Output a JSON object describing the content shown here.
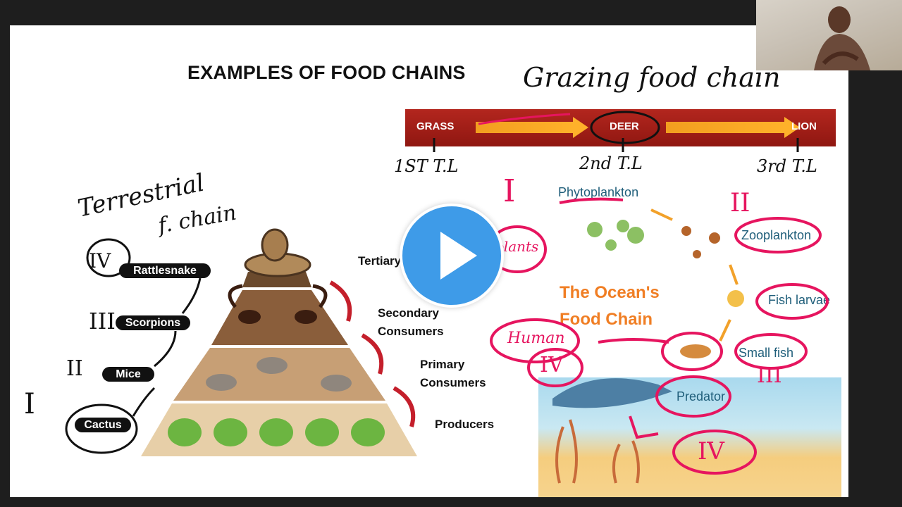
{
  "slide": {
    "title": "EXAMPLES OF FOOD CHAINS",
    "handwriting": {
      "grazing": "Grazing food chain",
      "terrestrial_1": "Terrestrial",
      "terrestrial_2": "f. chain",
      "tl_1": "1ST T.L",
      "tl_2": "2nd T.L",
      "tl_3": "3rd T.L",
      "roman_i": "I",
      "roman_ii": "II",
      "roman_iii": "III",
      "roman_iv": "IV",
      "ocean_i": "I",
      "ocean_ii": "II",
      "ocean_iii": "III",
      "ocean_iv": "IV",
      "ocean_iv_2": "IV",
      "human": "Human",
      "plants": "plants"
    },
    "grazing_chain": {
      "items": [
        "GRASS",
        "DEER",
        "LION"
      ]
    },
    "terrestrial_chain": {
      "items": [
        "Rattlesnake",
        "Scorpions",
        "Mice",
        "Cactus"
      ]
    },
    "pyramid_labels": {
      "tertiary": "Tertiary Consumers",
      "secondary": "Secondary Consumers",
      "primary": "Primary Consumers",
      "producers": "Producers"
    },
    "ocean": {
      "title": "The Ocean's Food Chain",
      "labels": {
        "phytoplankton": "Phytoplankton",
        "zooplankton": "Zooplankton",
        "fish_larvae": "Fish larvae",
        "small_fish": "Small fish",
        "predator": "Predator"
      }
    }
  },
  "player": {
    "play_label": "Play video"
  },
  "colors": {
    "banner_red": "#a51f18",
    "banner_arrow": "#ffb12a",
    "ink_pink": "#e6155f",
    "ocean_title": "#f07e24",
    "ocean_label": "#1f5e7a",
    "play_blue": "#3e9be8"
  }
}
